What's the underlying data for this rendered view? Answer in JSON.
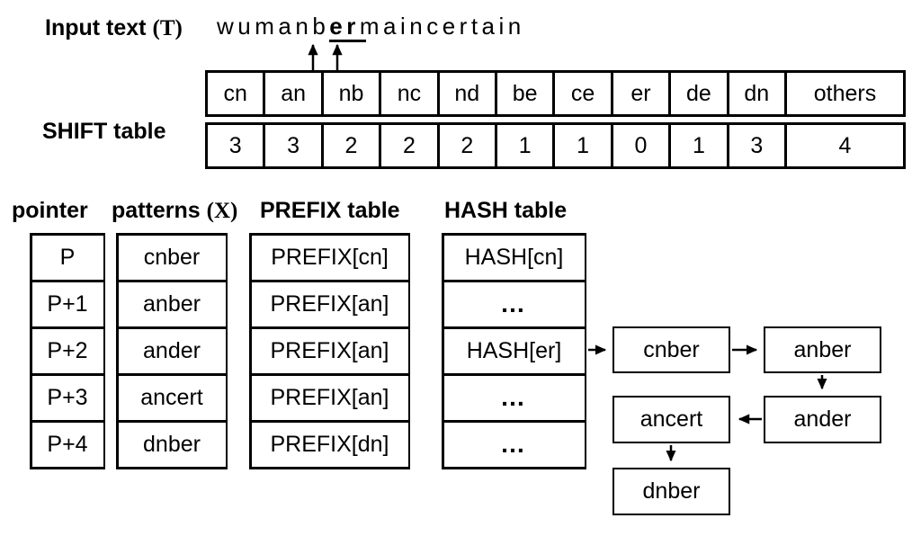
{
  "input_text": {
    "label": "Input text",
    "label_symbol": "(T)",
    "before": "wumanb",
    "highlight": "er",
    "after": "maincertain"
  },
  "shift_table": {
    "label": "SHIFT table",
    "keys": [
      "cn",
      "an",
      "nb",
      "nc",
      "nd",
      "be",
      "ce",
      "er",
      "de",
      "dn",
      "others"
    ],
    "values": [
      "3",
      "3",
      "2",
      "2",
      "2",
      "1",
      "1",
      "0",
      "1",
      "3",
      "4"
    ]
  },
  "pointer_table": {
    "header": "pointer",
    "cells": [
      "P",
      "P+1",
      "P+2",
      "P+3",
      "P+4"
    ]
  },
  "patterns_table": {
    "header": "patterns",
    "header_symbol": "(X)",
    "cells": [
      "cnber",
      "anber",
      "ander",
      "ancert",
      "dnber"
    ]
  },
  "prefix_table": {
    "header": "PREFIX table",
    "cells": [
      "PREFIX[cn]",
      "PREFIX[an]",
      "PREFIX[an]",
      "PREFIX[an]",
      "PREFIX[dn]"
    ]
  },
  "hash_table": {
    "header": "HASH table",
    "cells": [
      "HASH[cn]",
      "…",
      "HASH[er]",
      "…",
      "…"
    ]
  },
  "hash_chain": {
    "nodes": [
      "cnber",
      "anber",
      "ander",
      "ancert",
      "dnber"
    ]
  },
  "colors": {
    "background": "#ffffff",
    "ink": "#000000"
  }
}
